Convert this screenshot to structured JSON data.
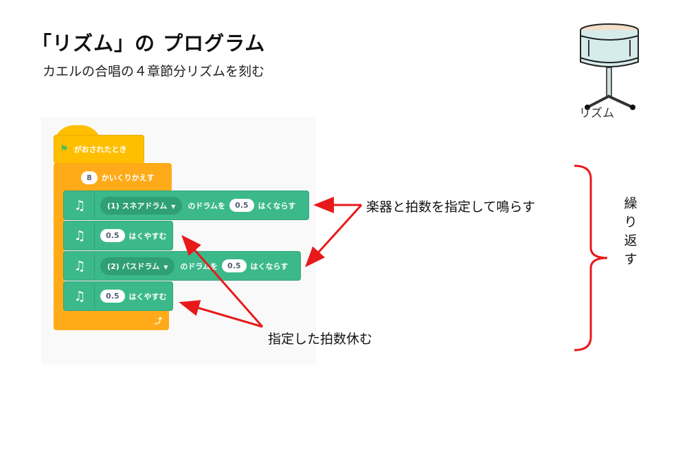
{
  "title": "「リズム」の プログラム",
  "subtitle": "カエルの合唱の４章節分リズムを刻む",
  "icon": {
    "name": "snare-drum-icon",
    "label": "リズム"
  },
  "blocks": {
    "hat": {
      "label": "がおされたとき",
      "icon": "green-flag-icon"
    },
    "repeat": {
      "count": "8",
      "label": "かいくりかえす",
      "icon": "loop-arrow-icon"
    },
    "play1": {
      "drum": "(1) スネアドラム",
      "mid": "のドラムを",
      "beats": "0.5",
      "end": "はくならす"
    },
    "rest1": {
      "beats": "0.5",
      "label": "はくやすむ"
    },
    "play2": {
      "drum": "(2) バスドラム",
      "mid": "のドラムを",
      "beats": "0.5",
      "end": "はくならす"
    },
    "rest2": {
      "beats": "0.5",
      "label": "はくやすむ"
    }
  },
  "annotations": {
    "play_callout": "楽器と拍数を指定して鳴らす",
    "rest_callout": "指定した拍数休む",
    "repeat_label": "繰り返す"
  },
  "colors": {
    "hat": "#FFBF00",
    "control": "#FFAB19",
    "music": "#3CB98B",
    "arrow": "#e8191b"
  }
}
